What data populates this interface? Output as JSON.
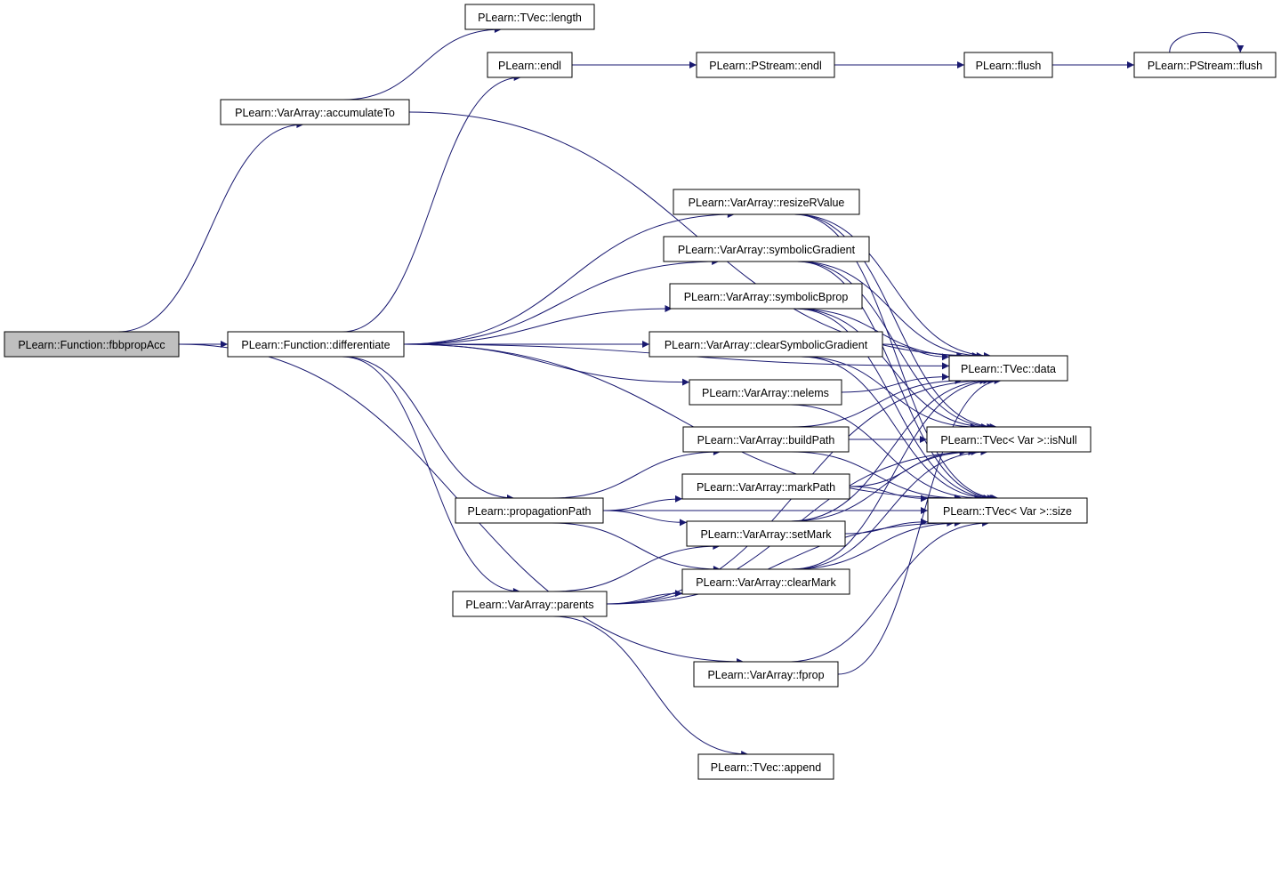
{
  "graph": {
    "edge_color": "#191970",
    "root_fill": "#bfbfbf",
    "nodes": {
      "fbbpropAcc": "PLearn::Function::fbbpropAcc",
      "differentiate": "PLearn::Function::differentiate",
      "accumulateTo": "PLearn::VarArray::accumulateTo",
      "tvecLength": "PLearn::TVec::length",
      "endl": "PLearn::endl",
      "pstreamEndl": "PLearn::PStream::endl",
      "flush": "PLearn::flush",
      "pstreamFlush": "PLearn::PStream::flush",
      "resizeRValue": "PLearn::VarArray::resizeRValue",
      "symbolicGradient": "PLearn::VarArray::symbolicGradient",
      "symbolicBprop": "PLearn::VarArray::symbolicBprop",
      "clearSymbolicGradient": "PLearn::VarArray::clearSymbolicGradient",
      "nelems": "PLearn::VarArray::nelems",
      "buildPath": "PLearn::VarArray::buildPath",
      "markPath": "PLearn::VarArray::markPath",
      "setMark": "PLearn::VarArray::setMark",
      "clearMark": "PLearn::VarArray::clearMark",
      "propagationPath": "PLearn::propagationPath",
      "parents": "PLearn::VarArray::parents",
      "fprop": "PLearn::VarArray::fprop",
      "append": "PLearn::TVec::append",
      "tvecData": "PLearn::TVec::data",
      "isNull": "PLearn::TVec< Var >::isNull",
      "size": "PLearn::TVec< Var >::size"
    },
    "edges": [
      [
        "fbbpropAcc",
        "differentiate"
      ],
      [
        "fbbpropAcc",
        "accumulateTo"
      ],
      [
        "fbbpropAcc",
        "fprop"
      ],
      [
        "accumulateTo",
        "tvecLength"
      ],
      [
        "accumulateTo",
        "tvecData"
      ],
      [
        "differentiate",
        "endl"
      ],
      [
        "differentiate",
        "resizeRValue"
      ],
      [
        "differentiate",
        "symbolicGradient"
      ],
      [
        "differentiate",
        "symbolicBprop"
      ],
      [
        "differentiate",
        "clearSymbolicGradient"
      ],
      [
        "differentiate",
        "nelems"
      ],
      [
        "differentiate",
        "propagationPath"
      ],
      [
        "differentiate",
        "parents"
      ],
      [
        "differentiate",
        "tvecData"
      ],
      [
        "differentiate",
        "size"
      ],
      [
        "endl",
        "pstreamEndl"
      ],
      [
        "pstreamEndl",
        "flush"
      ],
      [
        "flush",
        "pstreamFlush"
      ],
      [
        "pstreamFlush",
        "pstreamFlush"
      ],
      [
        "resizeRValue",
        "tvecData"
      ],
      [
        "resizeRValue",
        "isNull"
      ],
      [
        "resizeRValue",
        "size"
      ],
      [
        "symbolicGradient",
        "tvecData"
      ],
      [
        "symbolicGradient",
        "isNull"
      ],
      [
        "symbolicGradient",
        "size"
      ],
      [
        "symbolicBprop",
        "tvecData"
      ],
      [
        "symbolicBprop",
        "isNull"
      ],
      [
        "symbolicBprop",
        "size"
      ],
      [
        "clearSymbolicGradient",
        "tvecData"
      ],
      [
        "clearSymbolicGradient",
        "isNull"
      ],
      [
        "clearSymbolicGradient",
        "size"
      ],
      [
        "nelems",
        "tvecData"
      ],
      [
        "nelems",
        "size"
      ],
      [
        "buildPath",
        "tvecData"
      ],
      [
        "buildPath",
        "isNull"
      ],
      [
        "buildPath",
        "size"
      ],
      [
        "markPath",
        "isNull"
      ],
      [
        "markPath",
        "size"
      ],
      [
        "setMark",
        "tvecData"
      ],
      [
        "setMark",
        "isNull"
      ],
      [
        "setMark",
        "size"
      ],
      [
        "clearMark",
        "tvecData"
      ],
      [
        "clearMark",
        "isNull"
      ],
      [
        "clearMark",
        "size"
      ],
      [
        "propagationPath",
        "buildPath"
      ],
      [
        "propagationPath",
        "markPath"
      ],
      [
        "propagationPath",
        "setMark"
      ],
      [
        "propagationPath",
        "clearMark"
      ],
      [
        "propagationPath",
        "size"
      ],
      [
        "parents",
        "setMark"
      ],
      [
        "parents",
        "clearMark"
      ],
      [
        "parents",
        "tvecData"
      ],
      [
        "parents",
        "isNull"
      ],
      [
        "parents",
        "size"
      ],
      [
        "parents",
        "append"
      ],
      [
        "fprop",
        "tvecData"
      ],
      [
        "fprop",
        "size"
      ]
    ]
  }
}
